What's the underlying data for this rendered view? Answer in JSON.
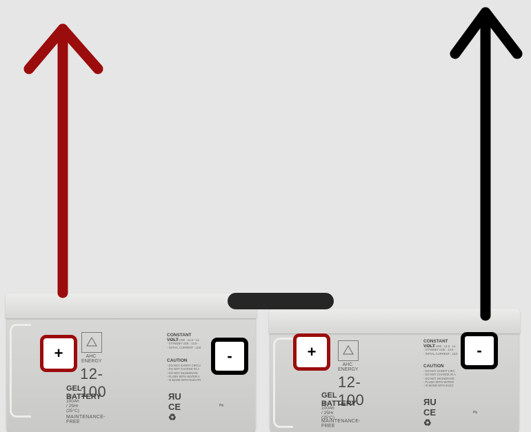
{
  "batteries": [
    {
      "brand": "AHC ENERGY",
      "model": "12-100",
      "type": "GEL BATTERY",
      "spec": "12V 100Ah / 25Hr (25°C)",
      "maintenance": "MAINTENANCE-FREE",
      "constant_heading": "CONSTANT VOLT",
      "constant_lines": "- CYCLE USE : 14.5 - 14.\n- STANDBY USE : 13.5 -\n- INITIAL CURRENT : LES",
      "caution_heading": "CAUTION",
      "caution_lines": "- DO NOT SHORT CIRCU\n- DO NOT CHARGE IN A\n- DO NOT INCINERATE\n- FLUSH WITH WATER A\n- IS MADE WITH ELECTR",
      "certs": "ЯU CE ♻",
      "pb": "Pb",
      "positive_label": "+",
      "negative_label": "-"
    },
    {
      "brand": "AHC ENERGY",
      "model": "12-100",
      "type": "GEL BATTERY",
      "spec": "12V 100Ah / 25Hr (25°C)",
      "maintenance": "MAINTENANCE-FREE",
      "constant_heading": "CONSTANT VOLT",
      "constant_lines": "- CYCLE USE : 14.5 - 14.\n- STANDBY USE : 13.5 -\n- INITIAL CURRENT : LES",
      "caution_heading": "CAUTION",
      "caution_lines": "- DO NOT SHORT CIRC\n- DO NOT CHARGE IN A\n- DO NOT INCINERATE\n- FLUSH WITH WATER\n- IS MADE WITH ELEC",
      "certs": "ЯU CE ♻",
      "pb": "Pb",
      "positive_label": "+",
      "negative_label": "-"
    }
  ],
  "colors": {
    "positive_arrow": "#9b0c0c",
    "negative_arrow": "#000000",
    "connector": "#262626",
    "background": "#e6e6e6"
  }
}
